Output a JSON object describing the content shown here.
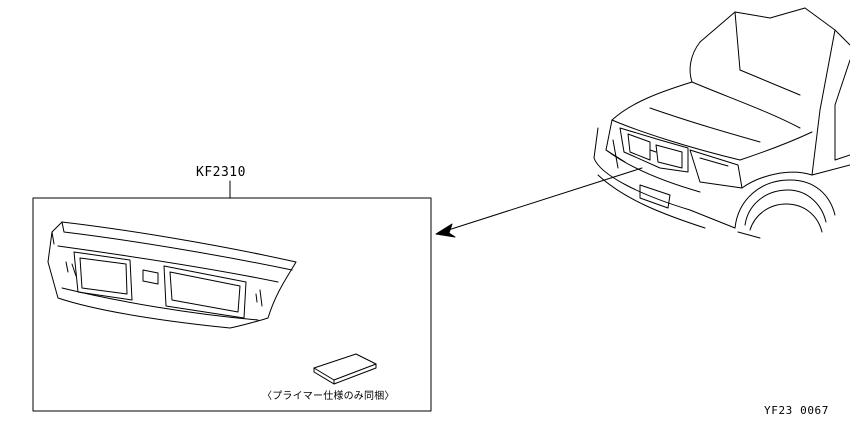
{
  "diagram": {
    "part_number": "KF2310",
    "note": "〈プライマー仕様のみ同梱〉",
    "figure_code": "YF23 0067"
  }
}
